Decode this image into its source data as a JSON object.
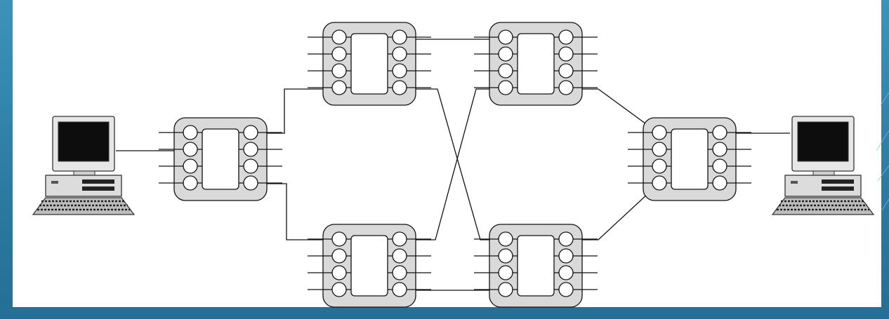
{
  "slide": {
    "background_color": "#2d7fa6",
    "panel_color": "#ffffff",
    "switch_fill": "#d9d9d9",
    "line_color": "#111111"
  },
  "diagram": {
    "nodes": [
      {
        "id": "host-left",
        "kind": "computer-icon"
      },
      {
        "id": "switch-1",
        "kind": "switch-icon"
      },
      {
        "id": "switch-2",
        "kind": "switch-icon"
      },
      {
        "id": "switch-3",
        "kind": "switch-icon"
      },
      {
        "id": "switch-4",
        "kind": "switch-icon"
      },
      {
        "id": "switch-5",
        "kind": "switch-icon"
      },
      {
        "id": "switch-6",
        "kind": "switch-icon"
      },
      {
        "id": "host-right",
        "kind": "computer-icon"
      }
    ],
    "links": [
      [
        "host-left",
        "switch-1"
      ],
      [
        "switch-1",
        "switch-2"
      ],
      [
        "switch-1",
        "switch-4"
      ],
      [
        "switch-2",
        "switch-3"
      ],
      [
        "switch-2",
        "switch-5"
      ],
      [
        "switch-4",
        "switch-3"
      ],
      [
        "switch-4",
        "switch-5"
      ],
      [
        "switch-3",
        "switch-6"
      ],
      [
        "switch-5",
        "switch-6"
      ],
      [
        "switch-6",
        "host-right"
      ]
    ]
  }
}
